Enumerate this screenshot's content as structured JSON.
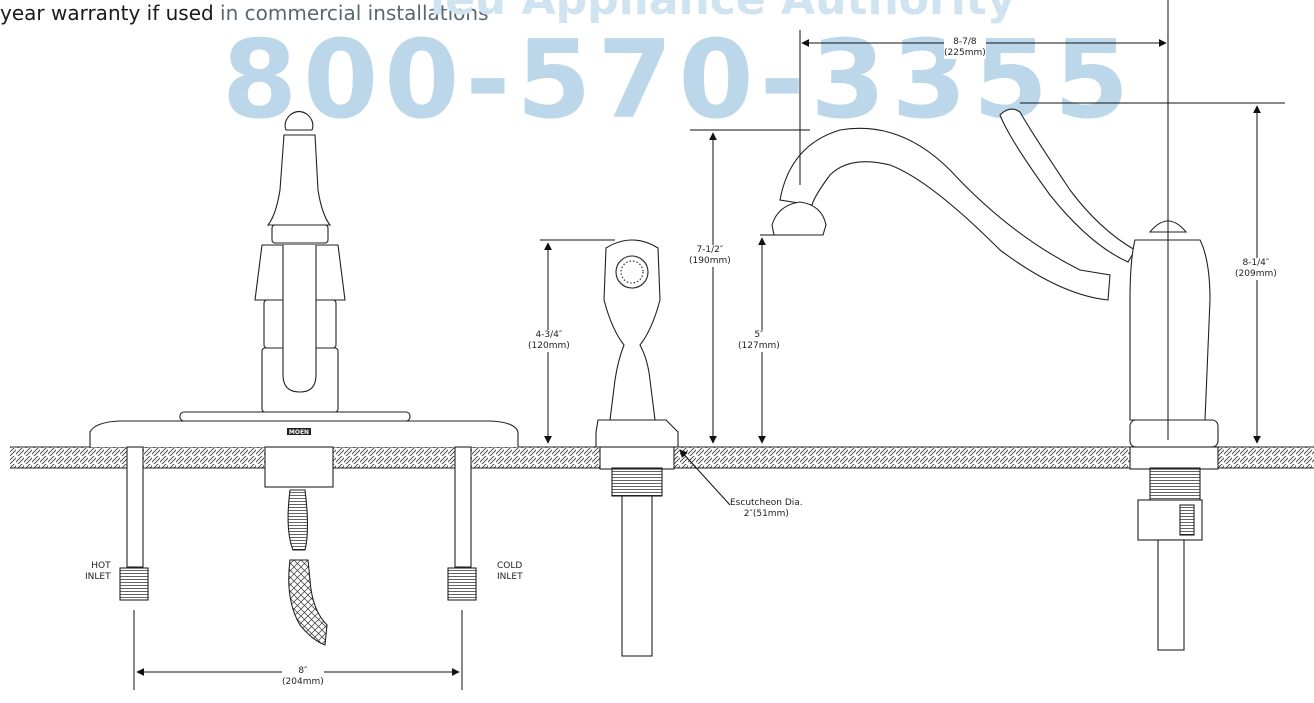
{
  "header": {
    "warranty_dark": "year warranty if used",
    "warranty_gray": " in commercial installations"
  },
  "watermark": {
    "brand": "ieu Appliance Authority",
    "phone": "800-570-3355"
  },
  "brand_plate": "MOEN",
  "dimensions": {
    "spout_reach": {
      "value": "8-7/8",
      "metric": "(225mm)"
    },
    "spout_height": {
      "value": "7-1/2″",
      "metric": "(190mm)"
    },
    "spout_clearance": {
      "value": "5″",
      "metric": "(127mm)"
    },
    "handle_height": {
      "value": "8-1/4″",
      "metric": "(209mm)"
    },
    "spray_height": {
      "value": "4-3/4″",
      "metric": "(120mm)"
    },
    "escutcheon": {
      "value": "Escutcheon Dia.",
      "metric": "2″(51mm)"
    },
    "inlet_spacing": {
      "value": "8″",
      "metric": "(204mm)"
    }
  },
  "inlets": {
    "hot": [
      "HOT",
      "INLET"
    ],
    "cold": [
      "COLD",
      "INLET"
    ]
  }
}
